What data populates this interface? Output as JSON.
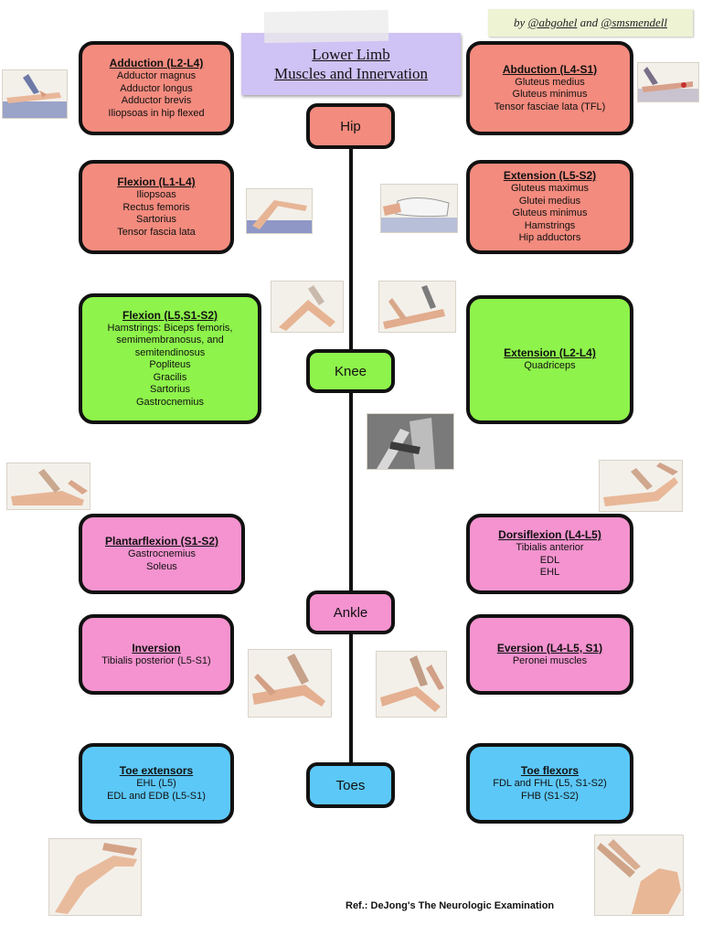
{
  "credit": {
    "by": "by",
    "author1": "@abgohel",
    "and": "and",
    "author2": "@smsmendell"
  },
  "title": {
    "line1": "Lower Limb",
    "line2": "Muscles and Innervation"
  },
  "nodes": {
    "hip": "Hip",
    "knee": "Knee",
    "ankle": "Ankle",
    "toes": "Toes"
  },
  "hip": {
    "adduction": {
      "heading": "Adduction (L2-L4)",
      "muscles": [
        "Adductor magnus",
        "Adductor longus",
        "Adductor brevis",
        "Iliopsoas in hip flexed"
      ]
    },
    "abduction": {
      "heading": "Abduction (L4-S1)",
      "muscles": [
        "Gluteus medius",
        "Gluteus minimus",
        "Tensor fasciae lata (TFL)"
      ]
    },
    "flexion": {
      "heading": "Flexion (L1-L4)",
      "muscles": [
        "Iliopsoas",
        "Rectus femoris",
        "Sartorius",
        "Tensor fascia lata"
      ]
    },
    "extension": {
      "heading": "Extension (L5-S2)",
      "muscles": [
        "Gluteus maximus",
        "Glutei medius",
        "Gluteus minimus",
        "Hamstrings",
        "Hip adductors"
      ]
    }
  },
  "knee": {
    "flexion": {
      "heading": "Flexion (L5,S1-S2)",
      "muscles": [
        "Hamstrings: Biceps femoris,",
        "semimembranosus, and",
        "semitendinosus",
        "Popliteus",
        "Gracilis",
        "Sartorius",
        "Gastrocnemius"
      ]
    },
    "extension": {
      "heading": "Extension (L2-L4)",
      "muscles": [
        "Quadriceps"
      ]
    }
  },
  "ankle": {
    "plantarflexion": {
      "heading": "Plantarflexion (S1-S2)",
      "muscles": [
        "Gastrocnemius",
        "Soleus"
      ]
    },
    "dorsiflexion": {
      "heading": "Dorsiflexion (L4-L5)",
      "muscles": [
        "Tibialis anterior",
        "EDL",
        "EHL"
      ]
    },
    "inversion": {
      "heading": "Inversion",
      "muscles": [
        "Tibialis posterior (L5-S1)"
      ]
    },
    "eversion": {
      "heading": "Eversion (L4-L5, S1)",
      "muscles": [
        "Peronei muscles"
      ]
    }
  },
  "toes": {
    "extensors": {
      "heading": "Toe extensors",
      "muscles": [
        "EHL (L5)",
        "EDL and EDB (L5-S1)"
      ]
    },
    "flexors": {
      "heading": "Toe flexors",
      "muscles": [
        "FDL and FHL (L5, S1-S2)",
        "FHB (S1-S2)"
      ]
    }
  },
  "reference": "Ref.: DeJong's The Neurologic Examination",
  "colors": {
    "hip": "#f38b7e",
    "knee": "#8ef34b",
    "ankle": "#f493cf",
    "toes": "#5cc8f8",
    "title": "#cfc2f4"
  }
}
